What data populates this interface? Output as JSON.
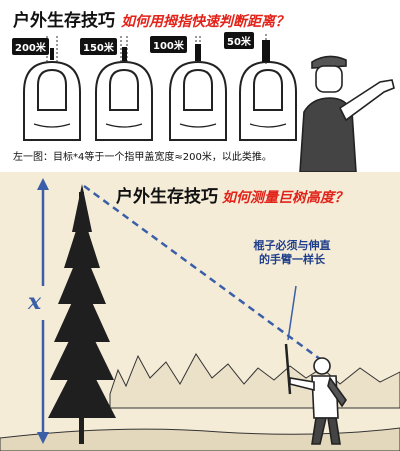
{
  "top_panel": {
    "title": "户外生存技巧",
    "subtitle": "如何用拇指快速判断距离？",
    "distances": [
      "200米",
      "150米",
      "100米",
      "50米"
    ],
    "note": "左一图：目标*4等于一个指甲盖宽度≈200米，以此类推。"
  },
  "bottom_panel": {
    "title": "户外生存技巧",
    "subtitle": "如何测量巨树高度？",
    "height_variable": "x",
    "stick_note": "棍子必须与伸直的手臂一样长"
  },
  "colors": {
    "title_red": "#e2231a",
    "measure_blue": "#3a5fa8",
    "bottom_background": "#f5ecd8"
  }
}
